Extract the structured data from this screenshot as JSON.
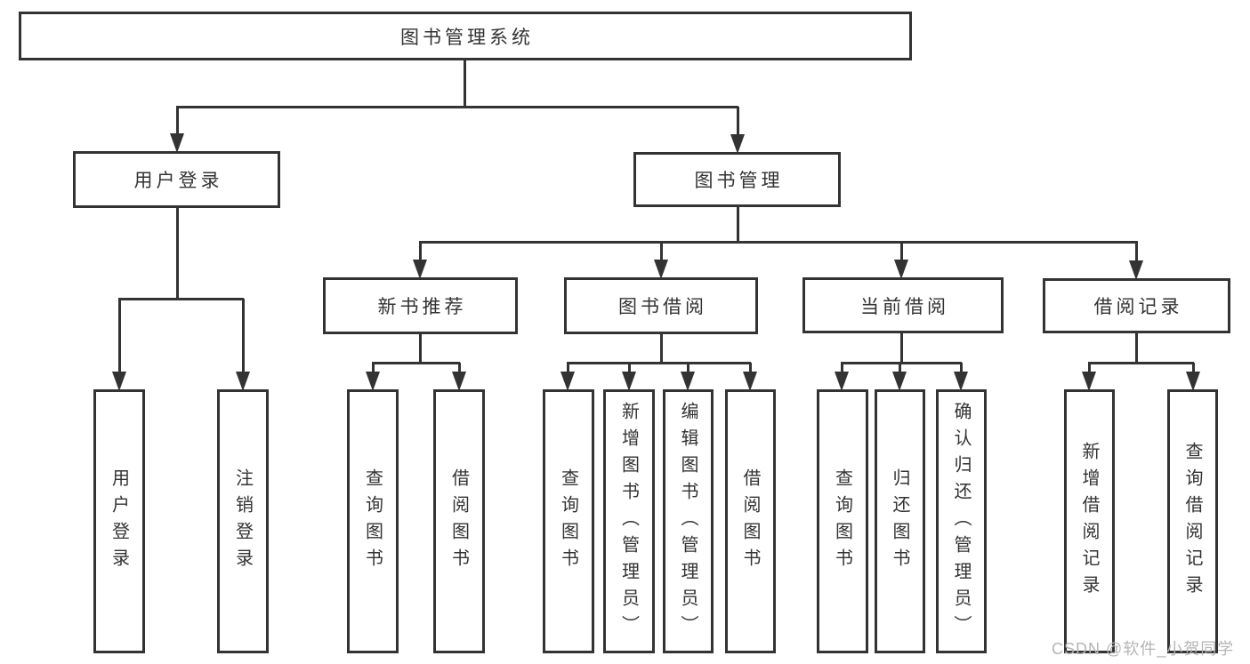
{
  "tree": {
    "label": "图书管理系统",
    "children": [
      {
        "label": "用户登录",
        "children": [
          {
            "label": "用户登录"
          },
          {
            "label": "注销登录"
          }
        ]
      },
      {
        "label": "图书管理",
        "children": [
          {
            "label": "新书推荐",
            "children": [
              {
                "label": "查询图书"
              },
              {
                "label": "借阅图书"
              }
            ]
          },
          {
            "label": "图书借阅",
            "children": [
              {
                "label": "查询图书"
              },
              {
                "label": "新增图书（管理员）"
              },
              {
                "label": "编辑图书（管理员）"
              },
              {
                "label": "借阅图书"
              }
            ]
          },
          {
            "label": "当前借阅",
            "children": [
              {
                "label": "查询图书"
              },
              {
                "label": "归还图书"
              },
              {
                "label": "确认归还（管理员）"
              }
            ]
          },
          {
            "label": "借阅记录",
            "children": [
              {
                "label": "新增借阅记录"
              },
              {
                "label": "查询借阅记录"
              }
            ]
          }
        ]
      }
    ]
  },
  "watermark": {
    "text": "CSDN @软件_小贺同学"
  },
  "colors": {
    "line": "#333333",
    "box_border": "#333333",
    "text": "#333333",
    "watermark": "#b5b5b5",
    "background": "#ffffff"
  }
}
